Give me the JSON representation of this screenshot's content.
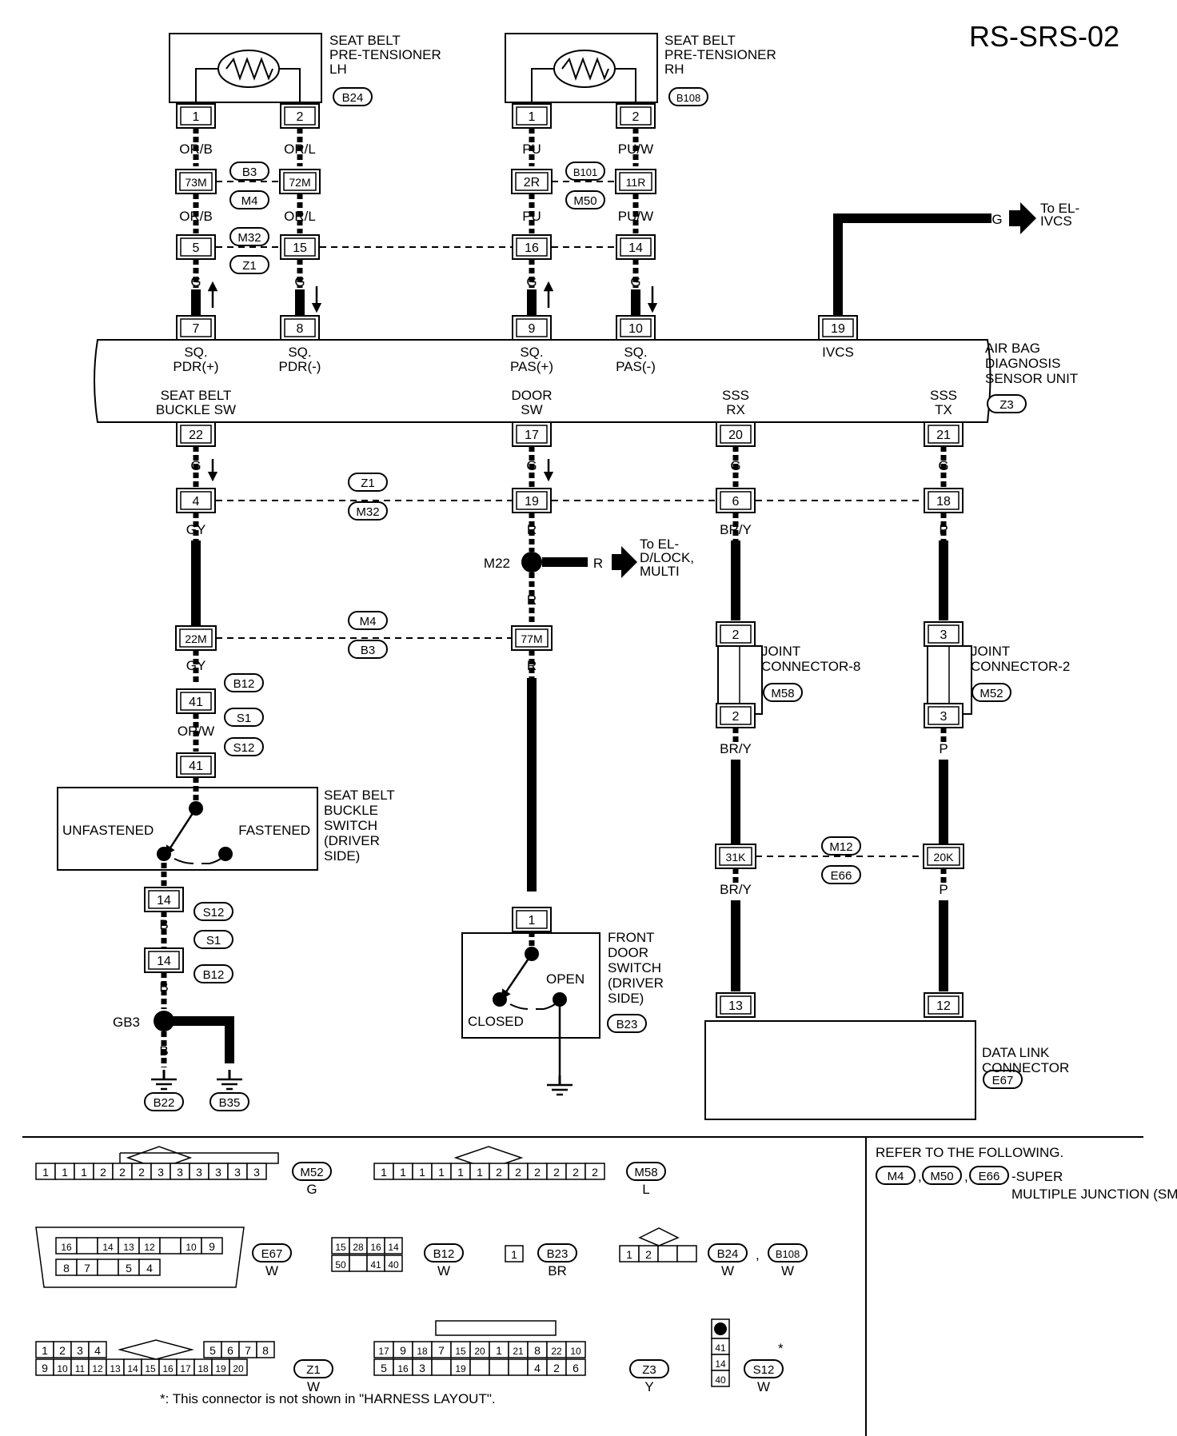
{
  "diagram_id": "RS-SRS-02",
  "components": {
    "pretensioner_lh": {
      "name": "SEAT BELT\nPRE-TENSIONER\nLH",
      "connector": "B24",
      "pins": [
        "1",
        "2"
      ]
    },
    "pretensioner_rh": {
      "name": "SEAT BELT\nPRE-TENSIONER\nRH",
      "connector": "B108",
      "pins": [
        "1",
        "2"
      ]
    },
    "airbag_unit": {
      "name": "AIR BAG\nDIAGNOSIS\nSENSOR UNIT",
      "connector": "Z3",
      "top_pins": [
        {
          "pin": "7",
          "label": "SQ.\nPDR(+)"
        },
        {
          "pin": "8",
          "label": "SQ.\nPDR(-)"
        },
        {
          "pin": "9",
          "label": "SQ.\nPAS(+)"
        },
        {
          "pin": "10",
          "label": "SQ.\nPAS(-)"
        },
        {
          "pin": "19",
          "label": "IVCS"
        }
      ],
      "bottom_pins": [
        {
          "pin": "22",
          "label": "SEAT BELT\nBUCKLE SW"
        },
        {
          "pin": "17",
          "label": "DOOR\nSW"
        },
        {
          "pin": "20",
          "label": "SSS\nRX"
        },
        {
          "pin": "21",
          "label": "SSS\nTX"
        }
      ]
    },
    "buckle_switch": {
      "name": "SEAT BELT\nBUCKLE\nSWITCH\n(DRIVER\nSIDE)",
      "state_left": "UNFASTENED",
      "state_right": "FASTENED"
    },
    "door_switch": {
      "name": "FRONT\nDOOR\nSWITCH\n(DRIVER\nSIDE)",
      "connector": "B23",
      "state_left": "CLOSED",
      "state_right": "OPEN",
      "pin": "1"
    },
    "joint_8": {
      "name": "JOINT\nCONNECTOR-8",
      "connector": "M58",
      "pin": "2"
    },
    "joint_2": {
      "name": "JOINT\nCONNECTOR-2",
      "connector": "M52",
      "pin": "3"
    },
    "data_link": {
      "name": "DATA LINK\nCONNECTOR",
      "connector": "E67",
      "pins": [
        "13",
        "12"
      ]
    }
  },
  "wires": {
    "lh1_upper": "OR/B",
    "lh2_upper": "OR/L",
    "rh1_upper": "PU",
    "rh2_upper": "PU/W",
    "lh1_mid": "OR/B",
    "lh2_mid": "OR/L",
    "rh1_mid": "PU",
    "rh2_mid": "PU/W",
    "to_unit": "G",
    "ivcs": "G",
    "buckle_out": "G",
    "buckle_mid": "GY",
    "buckle_low": "GY",
    "buckle_s": "OR/W",
    "ground": "B",
    "door": "R",
    "door_branch": "R",
    "rx_a": "BR/Y",
    "rx_b": "BR/Y",
    "rx_c": "BR/Y",
    "tx_a": "P",
    "tx_b": "P",
    "tx_c": "P"
  },
  "connectors": {
    "row1": {
      "pins": [
        "73M",
        "72M",
        "2R",
        "11R"
      ],
      "left_top": "B3",
      "left_bottom": "M4",
      "right_top": "B101",
      "right_bottom": "M50"
    },
    "row2": {
      "pins": [
        "5",
        "15",
        "16",
        "14"
      ],
      "top": "M32",
      "bottom": "Z1"
    },
    "row3": {
      "pins": [
        "4",
        "19",
        "6",
        "18"
      ],
      "top": "Z1",
      "bottom": "M32"
    },
    "row4": {
      "pins": [
        "22M",
        "77M"
      ],
      "top": "M4",
      "bottom": "B3"
    },
    "row5": {
      "pins": [
        "31K",
        "20K"
      ],
      "top": "M12",
      "bottom": "E66"
    },
    "buckle_chain": {
      "pin_a": "41",
      "pin_b": "41",
      "pin_c": "14",
      "pin_d": "14",
      "c1": "B12",
      "c2": "S1",
      "c3": "S12",
      "c4": "S12",
      "c5": "S1",
      "c6": "B12"
    }
  },
  "splices": {
    "door": "M22",
    "ground": "GB3"
  },
  "grounds": [
    "B22",
    "B35"
  ],
  "offpage": {
    "ivcs": "To EL-\nIVCS",
    "door_lock": "To EL-\nD/LOCK,\nMULTI"
  },
  "legend": {
    "m52": {
      "pins": [
        "1",
        "1",
        "1",
        "2",
        "2",
        "2",
        "3",
        "3",
        "3",
        "3",
        "3",
        "3"
      ],
      "id": "M52",
      "color": "G"
    },
    "m58": {
      "pins": [
        "1",
        "1",
        "1",
        "1",
        "1",
        "1",
        "2",
        "2",
        "2",
        "2",
        "2",
        "2"
      ],
      "id": "M58",
      "color": "L"
    },
    "e67": {
      "top": [
        "16",
        "14",
        "13",
        "12",
        "10",
        "9"
      ],
      "bottom": [
        "8",
        "7",
        "5",
        "4"
      ],
      "id": "E67",
      "color": "W"
    },
    "b12": {
      "top": [
        "15",
        "28",
        "16",
        "14"
      ],
      "bottom": [
        "50",
        "41",
        "40"
      ],
      "id": "B12",
      "color": "W"
    },
    "b23": {
      "pin": "1",
      "id": "B23",
      "color": "BR"
    },
    "b24": {
      "pins": [
        "1",
        "2"
      ],
      "id1": "B24",
      "id2": "B108",
      "color1": "W",
      "color2": "W"
    },
    "z1": {
      "top": [
        "1",
        "2",
        "3",
        "4",
        "5",
        "6",
        "7",
        "8"
      ],
      "bottom": [
        "9",
        "10",
        "11",
        "12",
        "13",
        "14",
        "15",
        "16",
        "17",
        "18",
        "19",
        "20"
      ],
      "id": "Z1",
      "color": "W"
    },
    "z3": {
      "top": [
        "17",
        "9",
        "18",
        "7",
        "15",
        "20",
        "1",
        "21",
        "8",
        "22",
        "10"
      ],
      "bottom": [
        "5",
        "16",
        "3",
        "19",
        "4",
        "2",
        "6"
      ],
      "id": "Z3",
      "color": "Y"
    },
    "s12": {
      "pins": [
        "41",
        "14",
        "40"
      ],
      "id": "S12",
      "color": "W",
      "star": "*"
    },
    "footnote": "*: This connector is not shown in \"HARNESS LAYOUT\".",
    "refer_text": "REFER TO THE FOLLOWING.",
    "refer_ids": [
      "M4",
      "M50",
      "E66"
    ],
    "refer_suffix": "-SUPER\nMULTIPLE JUNCTION (SMJ)"
  }
}
